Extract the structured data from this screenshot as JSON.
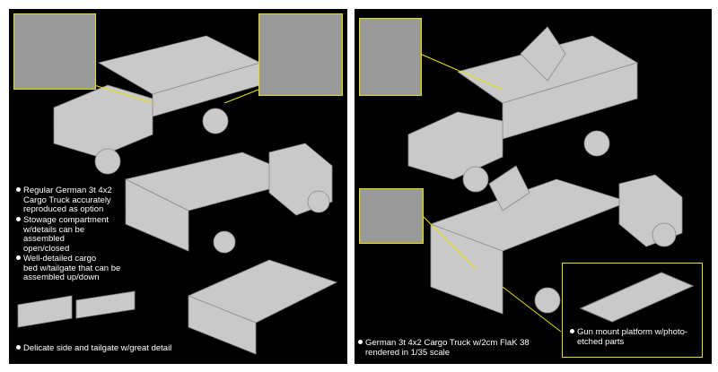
{
  "left_panel": {
    "captions": [
      {
        "lines": [
          "Regular German 3t 4x2",
          "Cargo Truck accurately",
          "reproduced as option"
        ]
      },
      {
        "lines": [
          "Stowage compartment",
          " w/details can be",
          "assembled",
          "open/closed"
        ]
      },
      {
        "lines": [
          "Well-detailed cargo",
          "bed w/tailgate that can be",
          "assembled up/down"
        ]
      },
      {
        "lines": [
          "Delicate side and tailgate w/great detail"
        ]
      }
    ]
  },
  "right_panel": {
    "captions": [
      {
        "lines": [
          "German 3t 4x2 Cargo Truck w/2cm FlaK 38",
          "rendered in 1/35 scale"
        ]
      }
    ],
    "callout": {
      "lines": [
        "Gun mount platform w/photo-",
        "etched parts"
      ]
    }
  },
  "colors": {
    "background": "#000000",
    "callout_border": "#e8e000",
    "model": "#c8c8c8"
  }
}
